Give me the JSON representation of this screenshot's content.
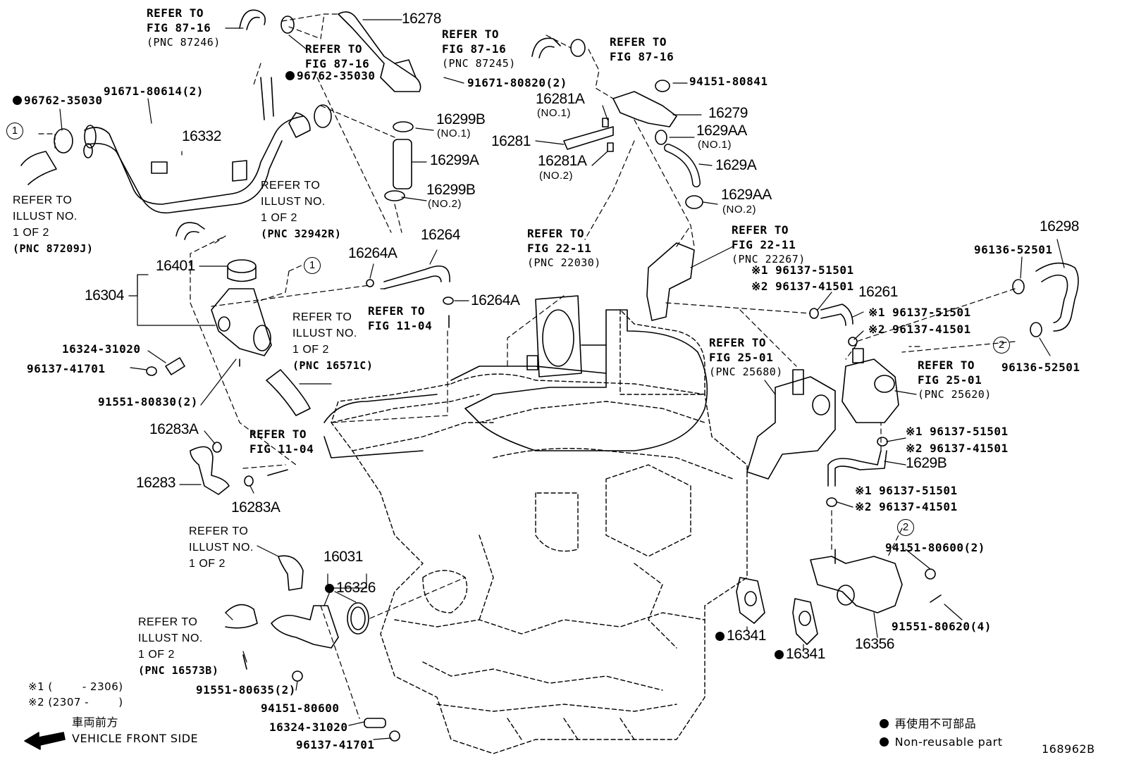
{
  "labels": {
    "p16278": "16278",
    "p16332": "16332",
    "p91671_80614": "91671-80614(2)",
    "p96762_35030a": "96762-35030",
    "p96762_35030b": "96762-35030",
    "p91671_80820": "91671-80820(2)",
    "p94151_80841": "94151-80841",
    "p16281A_1": "16281A",
    "p16281A_1n": "(NO.1)",
    "p16279": "16279",
    "p1629AA_1": "1629AA",
    "p1629AA_1n": "(NO.1)",
    "p16281": "16281",
    "p16281A_2": "16281A",
    "p16281A_2n": "(NO.2)",
    "p1629A": "1629A",
    "p1629AA_2": "1629AA",
    "p1629AA_2n": "(NO.2)",
    "p16299B_1": "16299B",
    "p16299B_1n": "(NO.1)",
    "p16299A": "16299A",
    "p16299B_2": "16299B",
    "p16299B_2n": "(NO.2)",
    "p16264": "16264",
    "p16264A_a": "16264A",
    "p16264A_b": "16264A",
    "p16401": "16401",
    "p16304": "16304",
    "p16324_31020a": "16324-31020",
    "p96137_41701a": "96137-41701",
    "p91551_80830": "91551-80830(2)",
    "p16283A_a": "16283A",
    "p16283": "16283",
    "p16283A_b": "16283A",
    "p16298": "16298",
    "p96136_52501a": "96136-52501",
    "p96136_52501b": "96136-52501",
    "p16261": "16261",
    "p16261_s1": "※1 96137-51501",
    "p16261_s2": "※2 96137-41501",
    "p16261_r1": "※1 96137-51501",
    "p16261_r2": "※2 96137-41501",
    "p1629B": "1629B",
    "p1629B_t1": "※1 96137-51501",
    "p1629B_t2": "※2 96137-41501",
    "p1629B_b1": "※1 96137-51501",
    "p1629B_b2": "※2 96137-41501",
    "p94151_80600_2": "94151-80600(2)",
    "p91551_80620": "91551-80620(4)",
    "p16356": "16356",
    "p16341a": "16341",
    "p16341b": "16341",
    "p16031": "16031",
    "p16326": "16326",
    "p91551_80635": "91551-80635(2)",
    "p94151_80600": "94151-80600",
    "p16324_31020b": "16324-31020",
    "p96137_41701b": "96137-41701",
    "fig_no": "168962B"
  },
  "refs": {
    "r1_a": "REFER TO",
    "r1_b": "FIG 87-16",
    "r1_c": "(PNC 87246)",
    "r2_a": "REFER TO",
    "r2_b": "FIG 87-16",
    "r3_a": "REFER TO",
    "r3_b": "FIG 87-16",
    "r3_c": "(PNC 87245)",
    "r4_a": "REFER TO",
    "r4_b": "FIG 87-16",
    "r5_a": "REFER TO",
    "r5_b": "ILLUST NO.",
    "r5_c": "1 OF 2",
    "r5_d": "(PNC 87209J)",
    "r6_a": "REFER TO",
    "r6_b": "ILLUST NO.",
    "r6_c": "1 OF 2",
    "r6_d": "(PNC 32942R)",
    "r7_a": "REFER TO",
    "r7_b": "FIG 22-11",
    "r7_c": "(PNC 22030)",
    "r8_a": "REFER TO",
    "r8_b": "FIG 22-11",
    "r8_c": "(PNC 22267)",
    "r9_a": "REFER TO",
    "r9_b": "FIG 11-04",
    "r10_a": "REFER TO",
    "r10_b": "ILLUST NO.",
    "r10_c": "1 OF 2",
    "r10_d": "(PNC 16571C)",
    "r11_a": "REFER TO",
    "r11_b": "FIG 25-01",
    "r11_c": "(PNC 25680)",
    "r12_a": "REFER TO",
    "r12_b": "FIG 25-01",
    "r12_c": "(PNC 25620)",
    "r13_a": "REFER TO",
    "r13_b": "FIG 11-04",
    "r14_a": "REFER TO",
    "r14_b": "ILLUST NO.",
    "r14_c": "1 OF 2",
    "r15_a": "REFER TO",
    "r15_b": "ILLUST NO.",
    "r15_c": "1 OF 2",
    "r15_d": "(PNC 16573B)"
  },
  "circles": {
    "c1a": "1",
    "c1b": "1",
    "c2a": "2",
    "c2b": "2"
  },
  "notes": {
    "n1": "※1 (        - 2306)",
    "n2": "※2 (2307 -        )",
    "front_jp": "車両前方",
    "front_en": "VEHICLE FRONT SIDE",
    "legend_jp": "再使用不可部品",
    "legend_en": "Non-reusable part"
  }
}
